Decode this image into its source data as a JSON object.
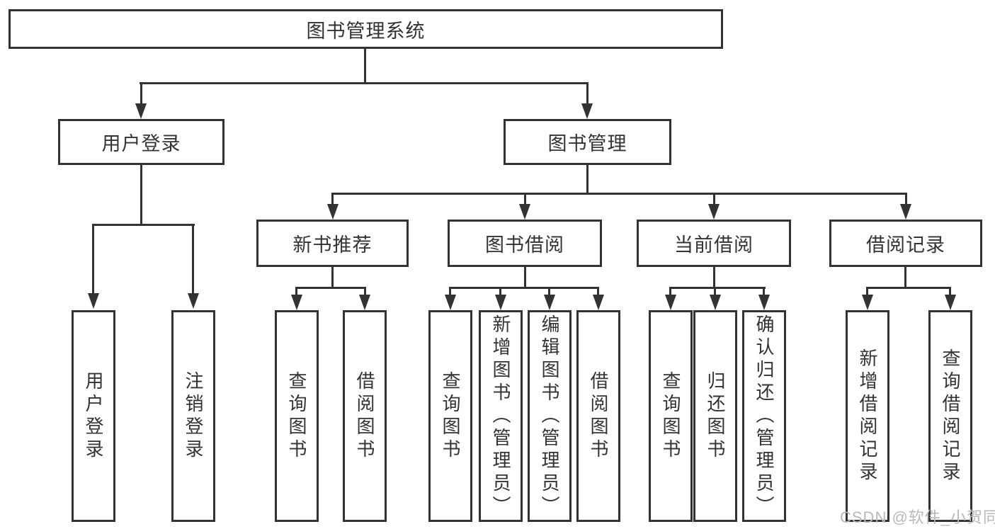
{
  "diagram": {
    "title_node": {
      "label": "图书管理系统"
    },
    "level2": [
      {
        "label": "用户登录"
      },
      {
        "label": "图书管理"
      }
    ],
    "level3": [
      {
        "label": "新书推荐"
      },
      {
        "label": "图书借阅"
      },
      {
        "label": "当前借阅"
      },
      {
        "label": "借阅记录"
      }
    ],
    "leaves": {
      "login": [
        "用户登录",
        "注销登录"
      ],
      "recommend": [
        "查询图书",
        "借阅图书"
      ],
      "borrow": [
        "查询图书",
        "新增图书（管理员）",
        "编辑图书（管理员）",
        "借阅图书"
      ],
      "current": [
        "查询图书",
        "归还图书",
        "确认归还（管理员）"
      ],
      "records": [
        "新增借阅记录",
        "查询借阅记录"
      ]
    }
  },
  "watermark": {
    "text": "CSDN @软件_小贺同学"
  },
  "colors": {
    "line": "#333333",
    "background": "#ffffff",
    "watermark": "#b8b8b8"
  }
}
